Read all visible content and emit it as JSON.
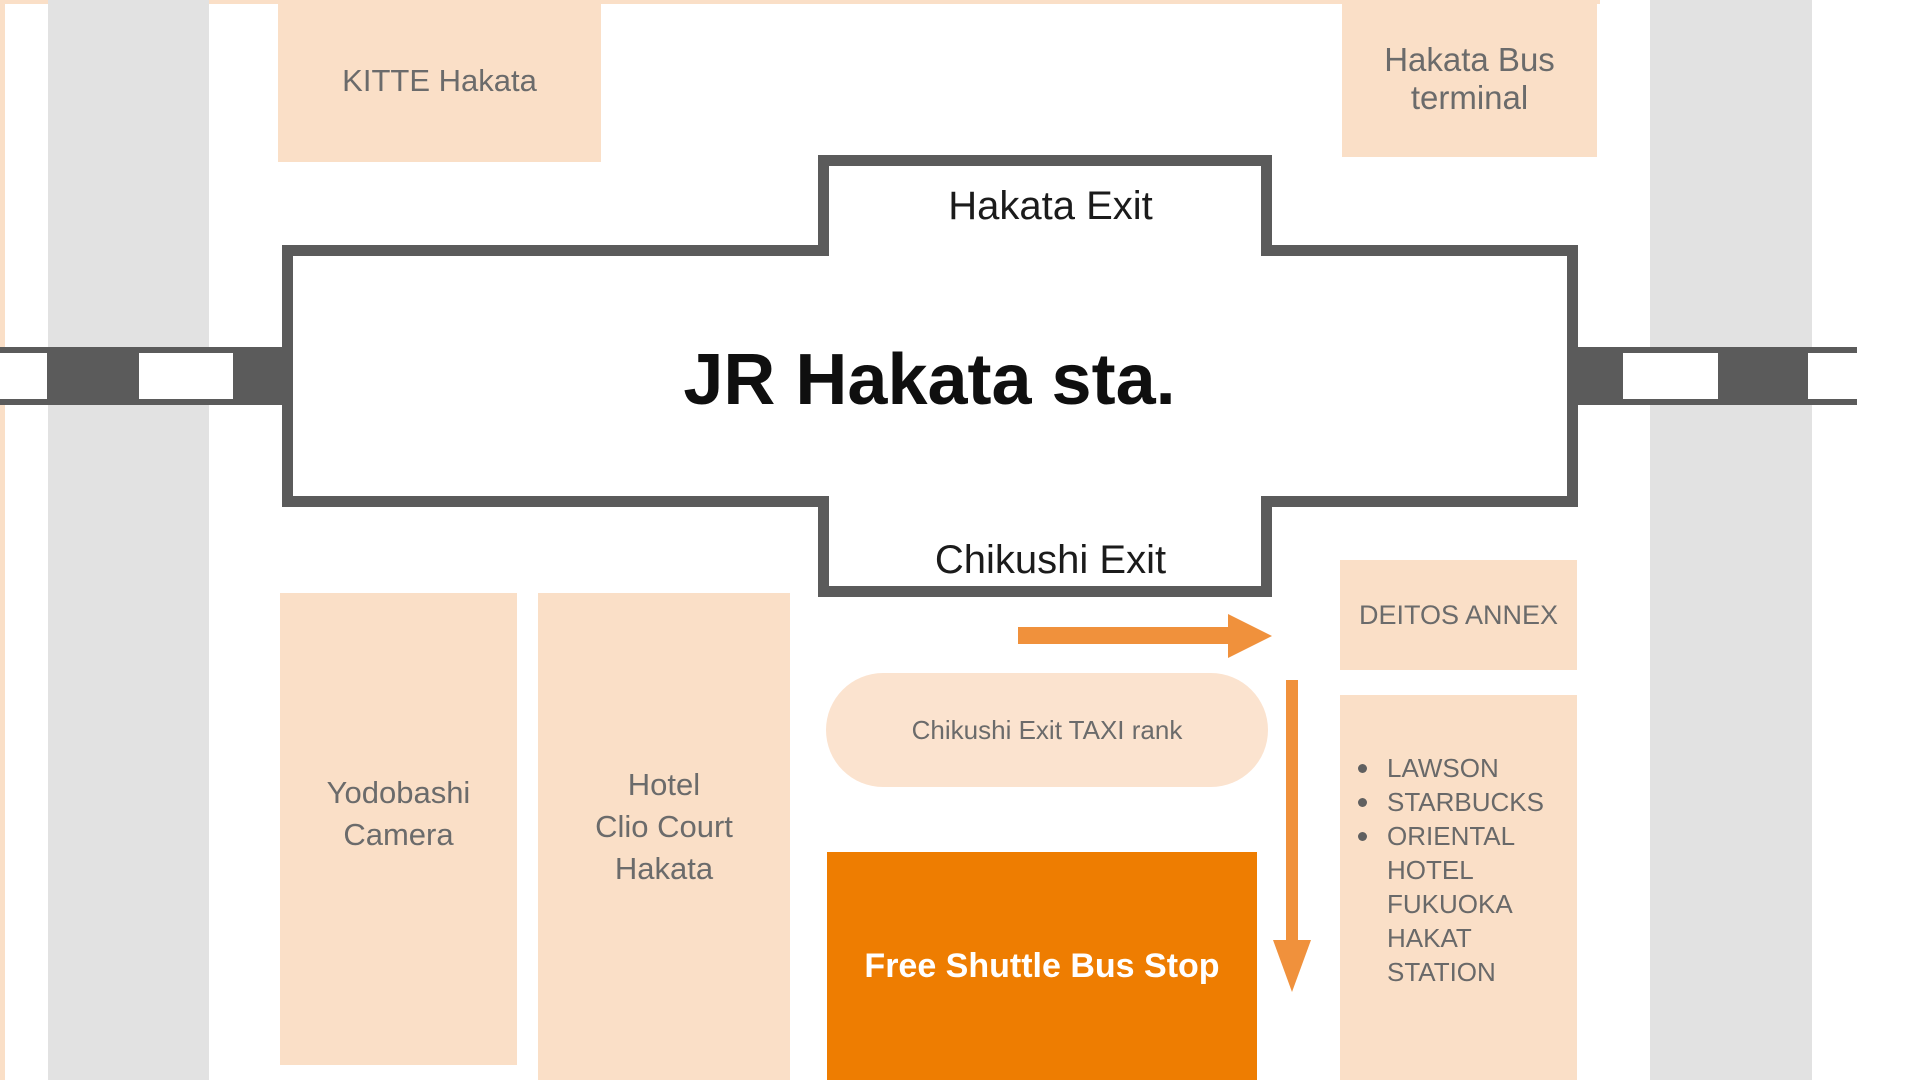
{
  "map": {
    "station": {
      "title": "JR Hakata sta.",
      "north_exit_label": "Hakata Exit",
      "south_exit_label": "Chikushi Exit"
    },
    "buildings": {
      "kitte": "KITTE Hakata",
      "bus_terminal": "Hakata Bus\nterminal",
      "yodobashi": "Yodobashi\nCamera",
      "hotel_clio": "Hotel\nClio Court\nHakata",
      "deitos_annex": "DEITOS ANNEX"
    },
    "taxi_rank": {
      "label": "Chikushi Exit TAXI rank"
    },
    "shuttle_stop": {
      "label": "Free Shuttle Bus Stop"
    },
    "landmark_list": {
      "items": [
        "LAWSON",
        "STARBUCKS",
        "ORIENTAL\nHOTEL\nFUKUOKA\nHAKAT STATION"
      ]
    },
    "icons": {
      "walk_route_right": "arrow-right",
      "walk_route_down": "arrow-down"
    },
    "colors": {
      "building_fill": "#fadfc7",
      "taxi_pill_fill": "#fbe3cf",
      "shuttle_fill": "#ee7d01",
      "arrow_orange": "#f0913c",
      "line_dark_gray": "#5b5b5b",
      "road_gray": "#e2e2e2",
      "label_gray": "#6b6b6b",
      "text_dark": "#1b1b1b"
    }
  }
}
